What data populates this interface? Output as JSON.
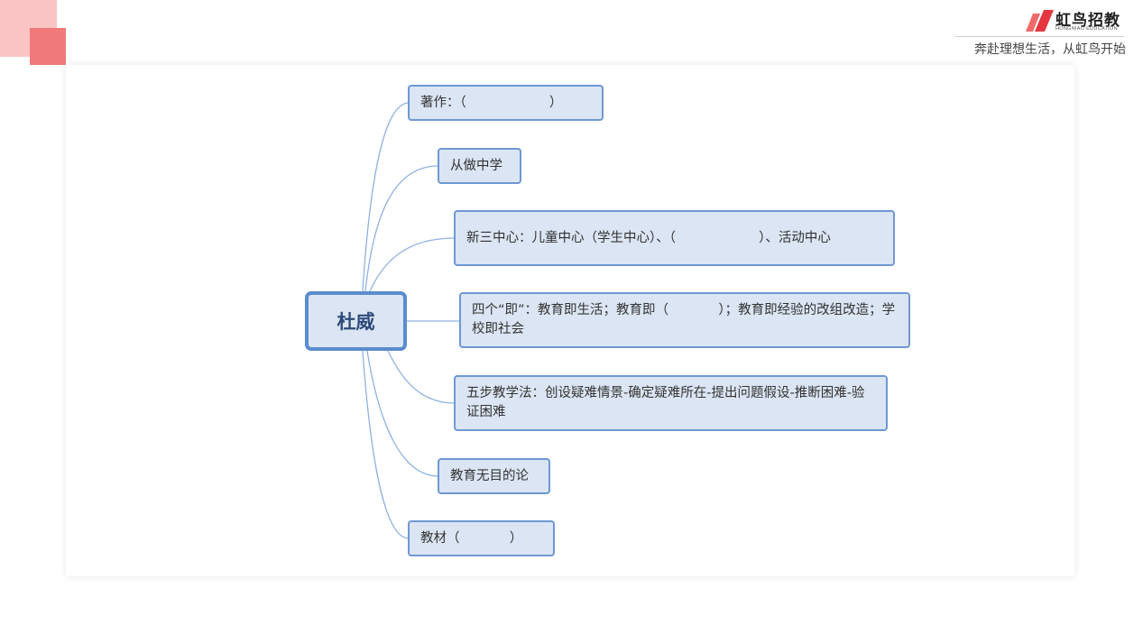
{
  "header": {
    "logo_text": "虹鸟招教",
    "logo_subtext": "HONGNIAO EDUCATION",
    "slogan": "奔赴理想生活，从虹鸟开始",
    "brand_color": "#e4363f"
  },
  "mindmap": {
    "root": "杜威",
    "branches": [
      "著作：（                    ）",
      "从做中学",
      "新三中心：儿童中心（学生中心）、（                    ）、活动中心",
      "四个“即”：教育即生活；教育即（            ）；教育即经验的改组改造；学校即社会",
      "五步教学法：创设疑难情景-确定疑难所在-提出问题假设-推断困难-验证困难",
      "教育无目的论",
      "教材（            ）"
    ],
    "colors": {
      "node_fill": "#dbe5f3",
      "node_border": "#6f98d2",
      "link": "#8fb2e0"
    }
  }
}
